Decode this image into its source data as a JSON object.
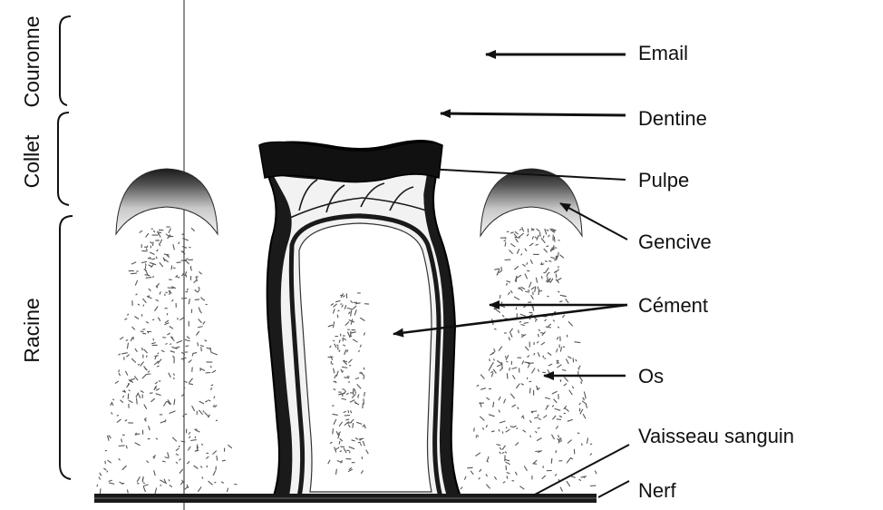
{
  "sections": {
    "couronne": "Couronne",
    "collet": "Collet",
    "racine": "Racine"
  },
  "labels": {
    "email": "Email",
    "dentine": "Dentine",
    "pulpe": "Pulpe",
    "gencive": "Gencive",
    "cement": "Cément",
    "os": "Os",
    "vaisseau": "Vaisseau sanguin",
    "nerf": "Nerf"
  },
  "colors": {
    "ink": "#111111",
    "enamel": "#1a1a1a",
    "pulp": "#ffffff",
    "bone_speckle": "#555555",
    "gum_shade": "#bdbdbd"
  }
}
